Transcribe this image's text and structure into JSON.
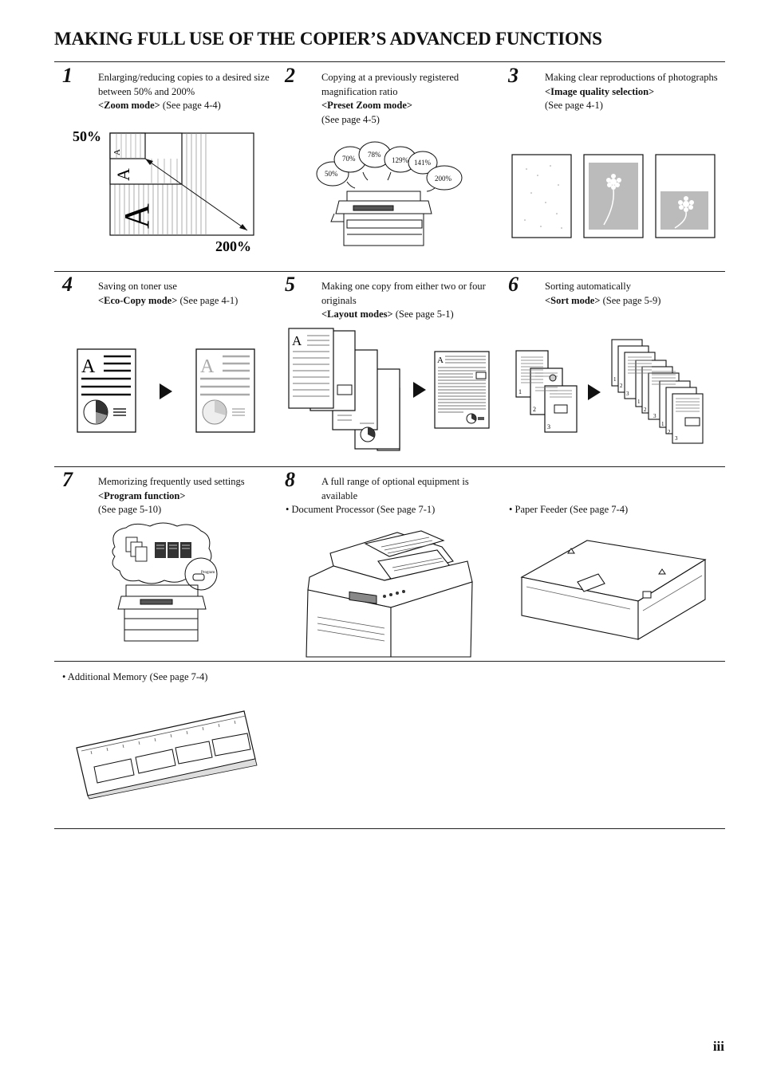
{
  "page_title": "MAKING FULL USE OF THE COPIER’S ADVANCED FUNCTIONS",
  "page_number": "iii",
  "features": [
    {
      "num": "1",
      "lines": [
        "Enlarging/reducing copies to a desired size between 50% and 200%"
      ],
      "mode": "<Zoom mode>",
      "ref": " (See page 4-4)",
      "fig_labels": {
        "min": "50%",
        "max": "200%",
        "letter": "A"
      }
    },
    {
      "num": "2",
      "lines": [
        "Copying at a previously registered magnification ratio"
      ],
      "mode": "<Preset Zoom mode>",
      "ref": "(See page 4-5)",
      "ratios": [
        "50%",
        "70%",
        "78%",
        "129%",
        "141%",
        "200%"
      ]
    },
    {
      "num": "3",
      "lines": [
        "Making clear reproductions of photographs"
      ],
      "mode": "<Image quality selection>",
      "ref": "(See page 4-1)"
    },
    {
      "num": "4",
      "lines": [
        "Saving on toner use"
      ],
      "mode": "<Eco-Copy mode>",
      "ref": " (See page 4-1)",
      "fig_letter": "A"
    },
    {
      "num": "5",
      "lines": [
        "Making one copy from either two or four originals"
      ],
      "mode": "<Layout modes>",
      "ref": " (See page 5-1)",
      "fig_letter": "A"
    },
    {
      "num": "6",
      "lines": [
        "Sorting automatically"
      ],
      "mode": "<Sort mode>",
      "ref": " (See page 5-9)",
      "sheet_numbers": [
        "1",
        "2",
        "3"
      ]
    },
    {
      "num": "7",
      "pre": "Memorizing frequently used settings ",
      "mode": "<Program function>",
      "ref": "(See page 5-10)",
      "fig_label": "Program"
    },
    {
      "num": "8",
      "lines": [
        "A full range of optional equipment is available"
      ]
    }
  ],
  "options": {
    "document_processor": "•  Document Processor (See page 7-1)",
    "paper_feeder": "•  Paper Feeder (See page 7-4)",
    "additional_memory": "•  Additional Memory (See page 7-4)"
  }
}
